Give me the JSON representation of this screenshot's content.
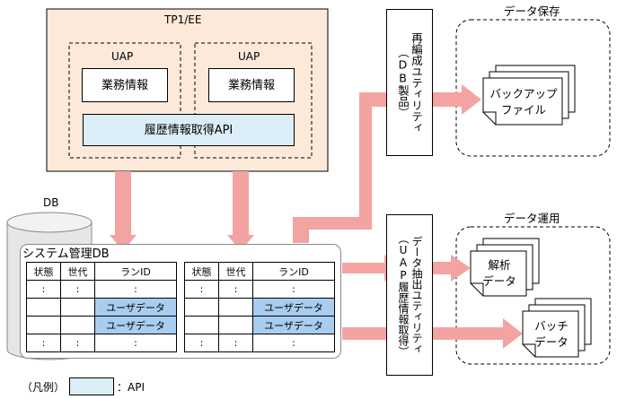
{
  "tp1": {
    "title": "TP1/EE",
    "uap_left": {
      "label": "UAP",
      "business": "業務情報"
    },
    "uap_right": {
      "label": "UAP",
      "business": "業務情報"
    },
    "api": "履歴情報取得API"
  },
  "db": {
    "label": "DB",
    "system_db": "システム管理DB",
    "headers": [
      "状態",
      "世代",
      "ランID"
    ],
    "rows_left": [
      [
        ":",
        ":",
        ":"
      ],
      [
        "",
        "",
        "ユーザデータ"
      ],
      [
        "",
        "",
        "ユーザデータ"
      ],
      [
        ":",
        ":",
        ":"
      ]
    ],
    "rows_right": [
      [
        ":",
        ":",
        ":"
      ],
      [
        "",
        "",
        "ユーザデータ"
      ],
      [
        "",
        "",
        "ユーザデータ"
      ],
      [
        ":",
        ":",
        ":"
      ]
    ]
  },
  "reorg": {
    "text": "再編成ユティリティ\n（DB製品）"
  },
  "extract": {
    "text": "データ抽出ユティリティ\n（UAP履歴情報取得）"
  },
  "save": {
    "title": "データ保存",
    "file": "バックアップ\nファイル"
  },
  "use": {
    "title": "データ運用",
    "analysis": "解析\nデータ",
    "batch": "バッチ\nデータ"
  },
  "legend": {
    "label": "（凡例）",
    "api": "：API"
  },
  "colors": {
    "tp1_bg": "#fde9d9",
    "api_bg": "#dbeef8",
    "highlight": "#a9cdf0",
    "arrow": "#f4a3a3"
  }
}
